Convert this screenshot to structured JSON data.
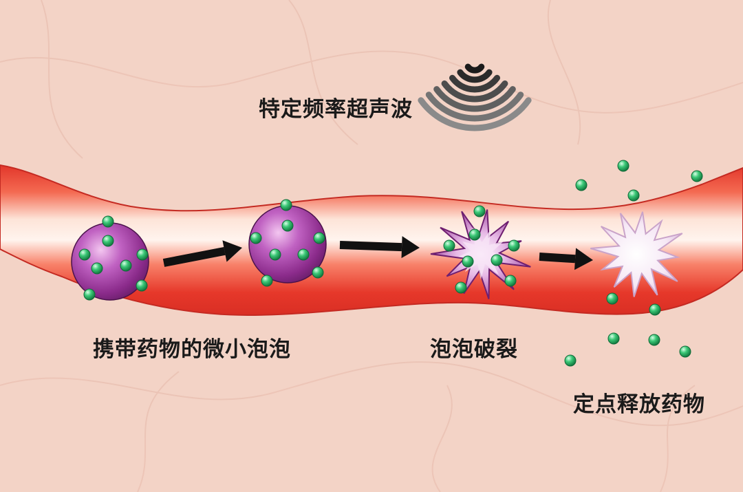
{
  "labels": {
    "ultrasound": "特定频率超声波",
    "bubble": "携带药物的微小泡泡",
    "burst": "泡泡破裂",
    "release": "定点释放药物"
  },
  "colors": {
    "background": "#f3d3c6",
    "vessel": "#e93a2a",
    "vessel_highlight": "#fff1ea",
    "bubble": "#8b2b8b",
    "drug": "#1fa05a",
    "wave": "#555555",
    "arrow": "#111111"
  },
  "stages": [
    {
      "id": "bubble-1",
      "kind": "bubble"
    },
    {
      "id": "bubble-2",
      "kind": "bubble"
    },
    {
      "id": "burst",
      "kind": "burst"
    },
    {
      "id": "release",
      "kind": "released"
    }
  ]
}
